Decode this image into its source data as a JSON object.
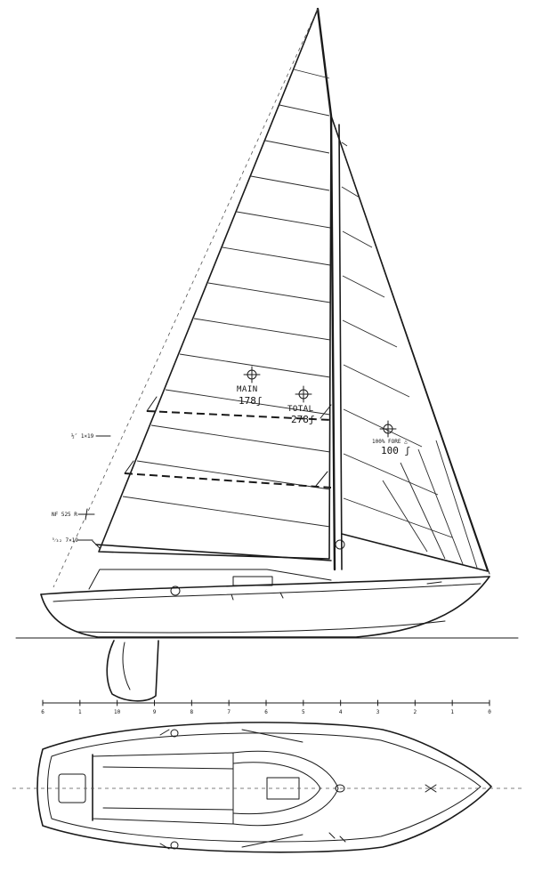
{
  "drawing": {
    "sail_labels": {
      "main_name": "MAIN",
      "main_area": "178ʃ",
      "total_name": "TOTAL",
      "total_area": "278ʃ",
      "fore_name": "100% FORE △",
      "fore_area": "100 ʃ"
    },
    "rigging_labels": {
      "upper": "½″ 1×19",
      "middle": "NF 525 R",
      "lower": "⁵⁄₃₂ 7×19"
    },
    "scale_ticks": [
      "6",
      "1",
      "10",
      "9",
      "8",
      "7",
      "6",
      "5",
      "4",
      "3",
      "2",
      "1",
      "0"
    ]
  }
}
